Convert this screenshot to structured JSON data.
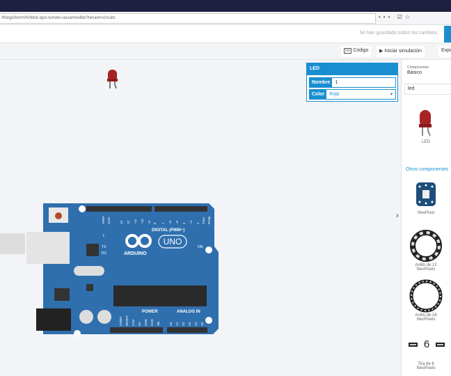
{
  "browser": {
    "url": "/things/bvmVKHibot-epic-tumelo-uusam/editel?tenant=circuits",
    "more": "•••",
    "pocket_icon": "pocket-icon",
    "star_icon": "star-icon"
  },
  "header": {
    "saved_status": "Se han guardado todos los cambios."
  },
  "toolbar": {
    "code": "Código",
    "start_sim": "Iniciar simulación",
    "export": "Expo"
  },
  "inspector": {
    "title": "LED",
    "fields": [
      {
        "label": "Nombre",
        "value": "1"
      },
      {
        "label": "Color",
        "value": "Rojo"
      }
    ]
  },
  "panel": {
    "category_caption": "Componentes",
    "category": "Básico",
    "search": "led",
    "results": [
      {
        "label": "LED"
      }
    ],
    "more_title": "Otros componentes",
    "more": [
      {
        "line1": "NeoPixel",
        "line2": ""
      },
      {
        "line1": "Anillo de 12",
        "line2": "NeoPixels"
      },
      {
        "line1": "Anillo de 24",
        "line2": "NeoPixels"
      },
      {
        "line1": "Tira de 6",
        "line2": "NeoPixels"
      }
    ],
    "strip_count": "6"
  },
  "arduino": {
    "brand": "ARDUINO",
    "model": "UNO",
    "digital": "DIGITAL (PWM~)",
    "power": "POWER",
    "analog": "ANALOG IN",
    "on": "ON",
    "l": "L",
    "tx": "TX",
    "rx": "RX",
    "top_pins": [
      "AREF",
      "GND",
      "13",
      "12",
      "~11",
      "~10",
      "~9",
      "8",
      "7",
      "~6",
      "~5",
      "4",
      "~3",
      "2",
      "TX▸1",
      "RX◂0"
    ],
    "bottom_pins": [
      "IOREF",
      "RESET",
      "3.3V",
      "5V",
      "GND",
      "GND",
      "Vin",
      "A0",
      "A1",
      "A2",
      "A3",
      "A4",
      "A5"
    ]
  },
  "colors": {
    "accent": "#1a8fd0",
    "board": "#2f6fae",
    "led": "#b22222"
  }
}
